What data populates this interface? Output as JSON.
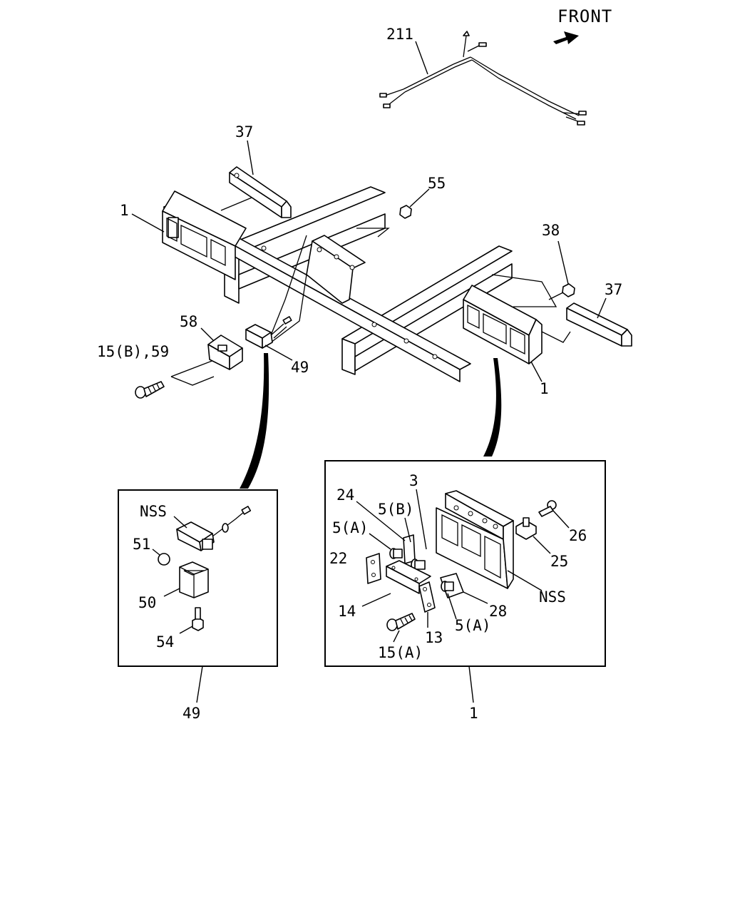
{
  "diagram": {
    "direction_label": "FRONT",
    "main_labels": {
      "wiring_harness": "211",
      "bracket_left": "37",
      "bracket_right": "37",
      "crossmember_left": "1",
      "crossmember_right": "1",
      "nut": "55",
      "bolt_right": "38",
      "clip": "58",
      "bolt_left": "15(B),59",
      "sensor_assembly": "49"
    },
    "detail_49": {
      "callout": "49",
      "labels": {
        "sensor": "NSS",
        "cap": "51",
        "bracket": "50",
        "screw": "54"
      }
    },
    "detail_1": {
      "callout": "1",
      "labels": {
        "plate": "3",
        "shim": "24",
        "pin_b": "5(B)",
        "pin_a_top": "5(A)",
        "pad": "22",
        "cover": "14",
        "tab": "13",
        "bolt": "15(A)",
        "pin_a_bottom": "5(A)",
        "gasket": "28",
        "housing": "NSS",
        "stud": "25",
        "screw": "26"
      }
    }
  }
}
